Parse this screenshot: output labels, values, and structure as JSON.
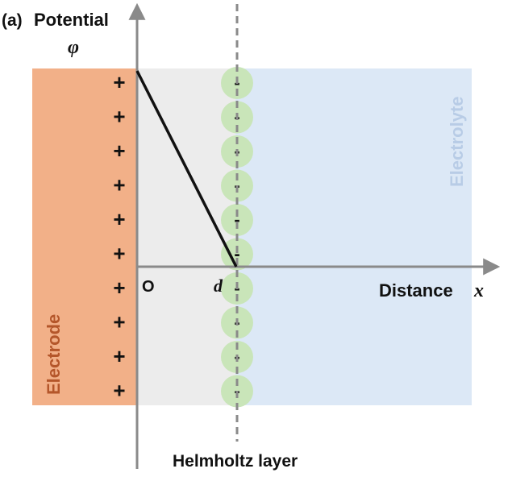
{
  "panel_label": "(a)",
  "y_axis": {
    "title": "Potential",
    "symbol": "φ"
  },
  "x_axis": {
    "title": "Distance",
    "symbol": "x"
  },
  "origin_label": "O",
  "d_label": "d",
  "regions": {
    "electrode": "Electrode",
    "electrolyte": "Electrolyte",
    "helmholtz": "Helmholtz layer"
  },
  "charges": {
    "positive": "+",
    "negative": "-",
    "count": 10
  },
  "colors": {
    "electrode": "#f2b088",
    "electrode_text": "#b4562a",
    "helmholtz_region": "#ececec",
    "electrolyte": "#dce8f6",
    "electrolyte_text": "#b8cce6",
    "ion": "#c9e5b9",
    "axis": "#8a8a8a"
  }
}
